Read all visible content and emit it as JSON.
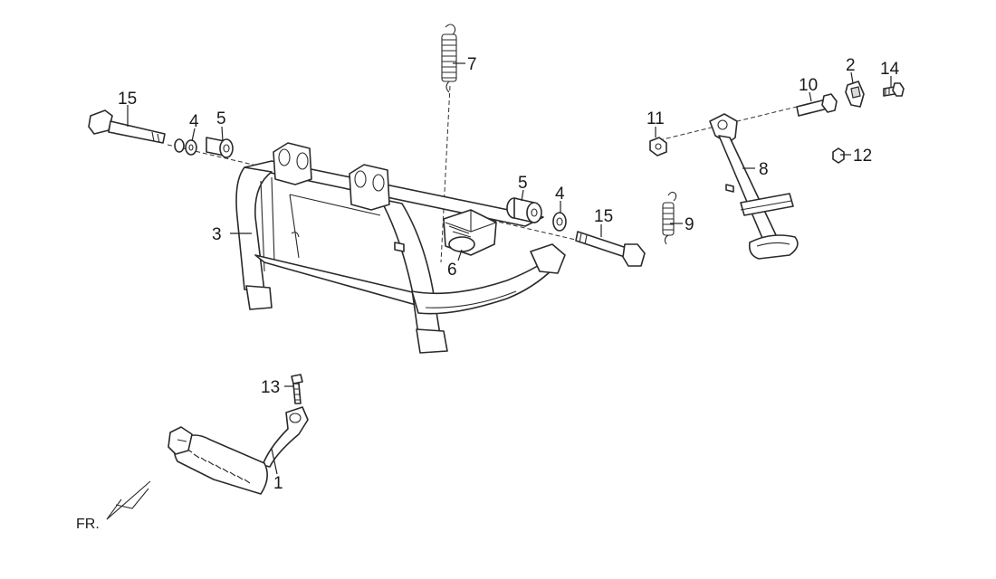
{
  "labels": {
    "p1": "1",
    "p2": "2",
    "p3": "3",
    "p4a": "4",
    "p4b": "4",
    "p5a": "5",
    "p5b": "5",
    "p6": "6",
    "p7": "7",
    "p8": "8",
    "p9": "9",
    "p10": "10",
    "p11": "11",
    "p12": "12",
    "p13": "13",
    "p14": "14",
    "p15a": "15",
    "p15b": "15"
  },
  "direction": "FR."
}
